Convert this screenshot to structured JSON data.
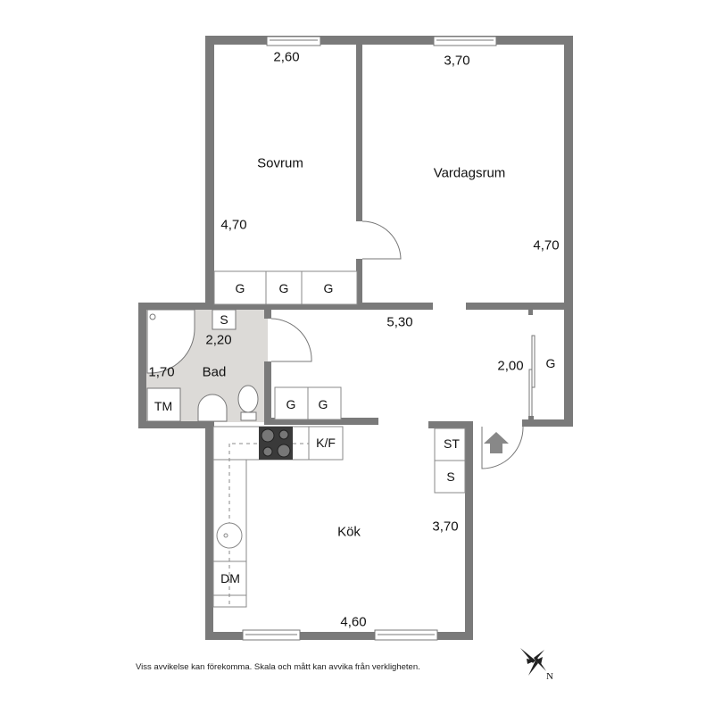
{
  "plan": {
    "rooms": [
      {
        "name": "Sovrum",
        "width": "2,60",
        "depth": "4,70"
      },
      {
        "name": "Vardagsrum",
        "width": "3,70",
        "depth": "4,70"
      },
      {
        "name": "Bad",
        "width": "2,20",
        "depth": "1,70"
      },
      {
        "name": "Kök",
        "width": "4,60",
        "depth": "3,70"
      }
    ],
    "hall": {
      "width": "5,30",
      "closet_width": "2,00"
    },
    "fixtures": {
      "wardrobe": "G",
      "bath_storage": "S",
      "washer": "TM",
      "fridge_freezer": "K/F",
      "dishwasher": "DM",
      "hall_storage_top": "ST",
      "hall_storage_bottom": "S"
    },
    "colors": {
      "wall": "#7a7a7a",
      "bath_floor": "#dcdad7",
      "stove": "#3a3a3a"
    }
  },
  "footer": {
    "disclaimer": "Viss avvikelse kan förekomma. Skala och mått kan avvika från verkligheten.",
    "compass_label": "N"
  }
}
